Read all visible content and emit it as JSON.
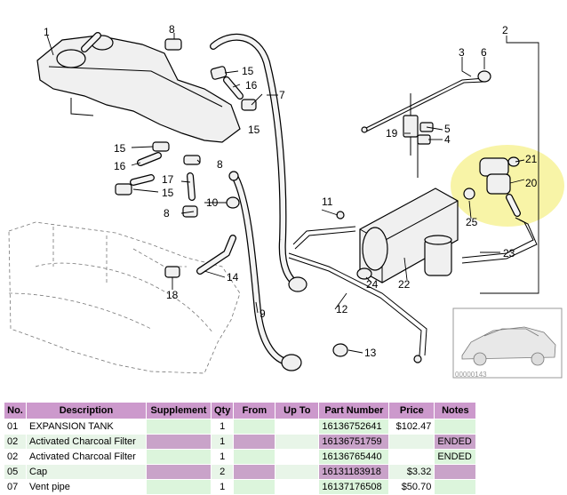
{
  "diagram": {
    "callouts": [
      "1",
      "2",
      "3",
      "4",
      "5",
      "6",
      "7",
      "8",
      "9",
      "10",
      "11",
      "12",
      "13",
      "14",
      "15",
      "16",
      "17",
      "18",
      "19",
      "20",
      "21",
      "22",
      "23",
      "24",
      "25"
    ],
    "thumbnail_code": "00000143"
  },
  "table": {
    "headers": [
      "No.",
      "Description",
      "Supplement",
      "Qty",
      "From",
      "Up To",
      "Part Number",
      "Price",
      "Notes"
    ],
    "rows": [
      {
        "no": "01",
        "description": "EXPANSION TANK",
        "supplement": "",
        "qty": "1",
        "from": "",
        "upto": "",
        "part_number": "16136752641",
        "price": "$102.47",
        "notes": ""
      },
      {
        "no": "02",
        "description": "Activated Charcoal Filter",
        "supplement": "",
        "qty": "1",
        "from": "",
        "upto": "",
        "part_number": "16136751759",
        "price": "",
        "notes": "ENDED"
      },
      {
        "no": "02",
        "description": "Activated Charcoal Filter",
        "supplement": "",
        "qty": "1",
        "from": "",
        "upto": "",
        "part_number": "16136765440",
        "price": "",
        "notes": "ENDED"
      },
      {
        "no": "05",
        "description": "Cap",
        "supplement": "",
        "qty": "2",
        "from": "",
        "upto": "",
        "part_number": "16131183918",
        "price": "$3.32",
        "notes": ""
      },
      {
        "no": "07",
        "description": "Vent pipe",
        "supplement": "",
        "qty": "1",
        "from": "",
        "upto": "",
        "part_number": "16137176508",
        "price": "$50.70",
        "notes": ""
      }
    ]
  },
  "colors": {
    "header": "#cc99cc",
    "row_alt": "#e8f5e8",
    "highlight": "#f5f08a"
  }
}
